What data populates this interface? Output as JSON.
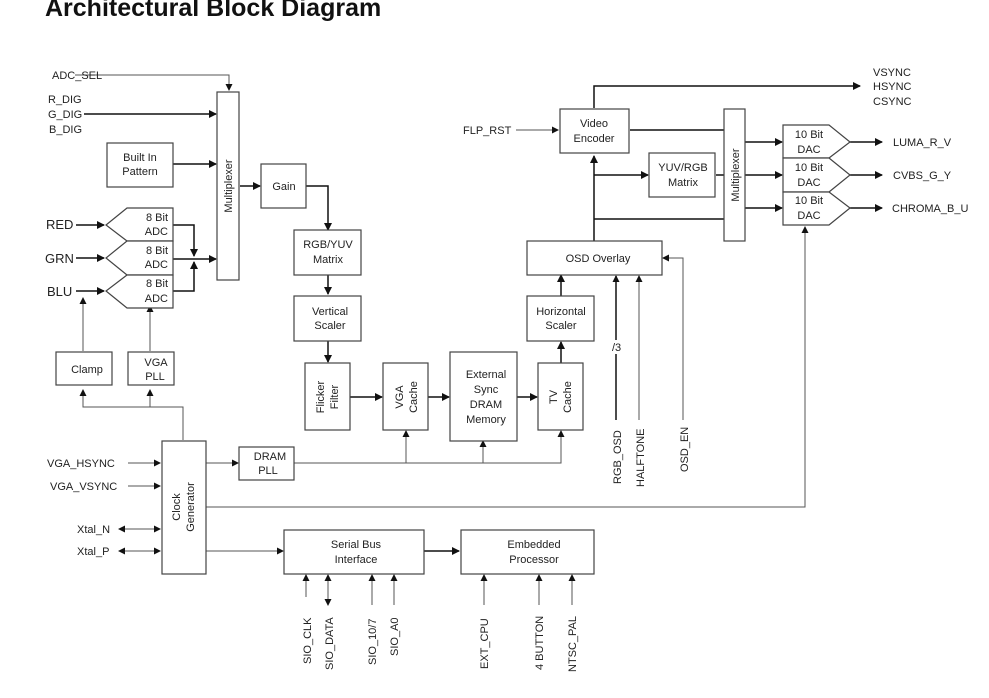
{
  "title": "Architectural Block Diagram",
  "blocks": {
    "built_in_pattern": [
      "Built In",
      "Pattern"
    ],
    "mux_in": "Multiplexer",
    "adc": [
      "8 Bit",
      "ADC"
    ],
    "clamp": "Clamp",
    "vga_pll": [
      "VGA",
      "PLL"
    ],
    "gain": "Gain",
    "rgb_yuv": [
      "RGB/YUV",
      "Matrix"
    ],
    "vertical_scaler": [
      "Vertical",
      "Scaler"
    ],
    "flicker_filter": [
      "Flicker",
      "Filter"
    ],
    "vga_cache": [
      "VGA",
      "Cache"
    ],
    "sdram": [
      "External",
      "Sync",
      "DRAM",
      "Memory"
    ],
    "tv_cache": [
      "TV",
      "Cache"
    ],
    "horizontal_scaler": [
      "Horizontal",
      "Scaler"
    ],
    "osd_overlay": "OSD Overlay",
    "video_encoder": [
      "Video",
      "Encoder"
    ],
    "yuv_rgb": [
      "YUV/RGB",
      "Matrix"
    ],
    "mux_out": "Multiplexer",
    "dac": [
      "10 Bit",
      "DAC"
    ],
    "clock_generator": [
      "Clock",
      "Generator"
    ],
    "dram_pll": [
      "DRAM",
      "PLL"
    ],
    "serial_bus": [
      "Serial Bus",
      "Interface"
    ],
    "embedded_processor": [
      "Embedded",
      "Processor"
    ]
  },
  "signals": {
    "adc_sel": "ADC_SEL",
    "digital": [
      "R_DIG",
      "G_DIG",
      "B_DIG"
    ],
    "analog": [
      "RED",
      "GRN",
      "BLU"
    ],
    "vga_hsync": "VGA_HSYNC",
    "vga_vsync": "VGA_VSYNC",
    "xtal_n": "Xtal_N",
    "xtal_p": "Xtal_P",
    "flp_rst": "FLP_RST",
    "syncs": [
      "VSYNC",
      "HSYNC",
      "CSYNC"
    ],
    "outputs": [
      "LUMA_R_V",
      "CVBS_G_Y",
      "CHROMA_B_U"
    ],
    "rgb_osd": "RGB_OSD",
    "bus_width": "/3",
    "halftone": "HALFTONE",
    "osd_en": "OSD_EN",
    "sio_clk": "SIO_CLK",
    "sio_data": "SIO_DATA",
    "sio_10_7": "SIO_10/7",
    "sio_a0": "SIO_A0",
    "ext_cpu": "EXT_CPU",
    "four_button": "4 BUTTON",
    "ntsc_pal": "NTSC_PAL"
  }
}
